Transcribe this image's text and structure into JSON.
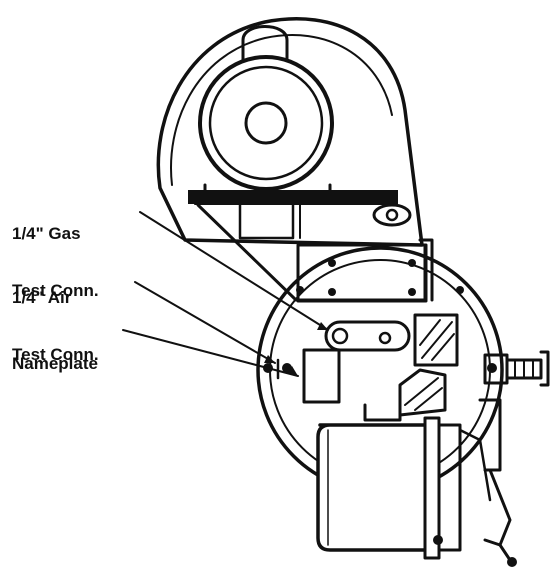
{
  "diagram": {
    "labels": {
      "gas_test_line1": "1/4\" Gas",
      "gas_test_line2": "Test Conn.",
      "air_test_line1": "1/4\" Air",
      "air_test_line2": "Test Conn.",
      "nameplate": "Nameplate"
    },
    "colors": {
      "ink": "#111111",
      "paper": "#ffffff"
    }
  }
}
